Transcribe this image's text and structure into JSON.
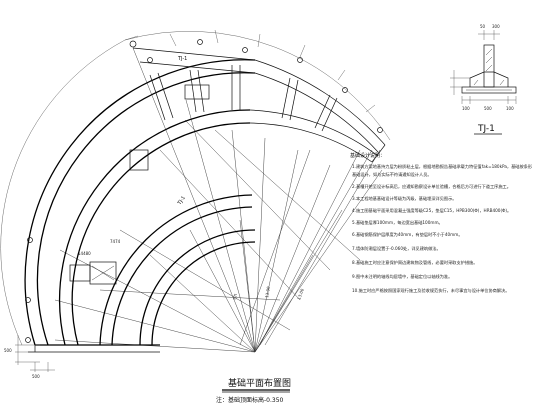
{
  "drawing": {
    "title": "基础平面布置图",
    "subtitle": "注：基础顶面标高-0.350"
  },
  "section_detail": {
    "label": "TJ-1",
    "dims_top": [
      "50",
      "300"
    ],
    "dims_bottom": [
      "100",
      "500",
      "100"
    ]
  },
  "plan_labels": {
    "tj1_top": "TJ-1",
    "tj1_mid": "TJ-1"
  },
  "dimensions": {
    "left_a": "500",
    "left_b": "500",
    "radial_a": "14480",
    "radial_b": "7474",
    "radial_c": "5TI",
    "radial_d": "13.00",
    "radial_e": "13.00"
  },
  "notes": {
    "heading": "基础设计说明：",
    "lines": [
      "1.建筑方案地基持力层为粉质粘土层，根据地勘报告基础承载力特征值fak=180kPa，基础按条形",
      "  基础设计，如与实际不符请通知设计人员。",
      "2.基槽开挖至设计标高后，应通知勘察设计单位验槽，合格后方可进行下道工序施工。",
      "3.本工程地基基础设计等级为丙级，基础埋深详见图示。",
      "4.施工图基础平面采用混凝土强度等级C25，垫层C15，HPB300(Φ)，HRB400(Φ)。",
      "5.基础垫层厚100mm，每边宽出基础100mm。",
      "6.基础钢筋保护层厚度为40mm，有垫层时不小于40mm。",
      "7.墙体防潮层设置于-0.060处，详见建筑做法。",
      "8.基础施工时应注意保护周边建筑物及管线，必要时采取支护措施。",
      "9.图中未注明的轴线均居墙中，基础定位以轴线为准。",
      "10.施工时应严格按照国家现行施工及验收规范执行，未尽事宜与设计单位协商解决。"
    ]
  },
  "colors": {
    "line": "#111111",
    "background": "#ffffff"
  }
}
